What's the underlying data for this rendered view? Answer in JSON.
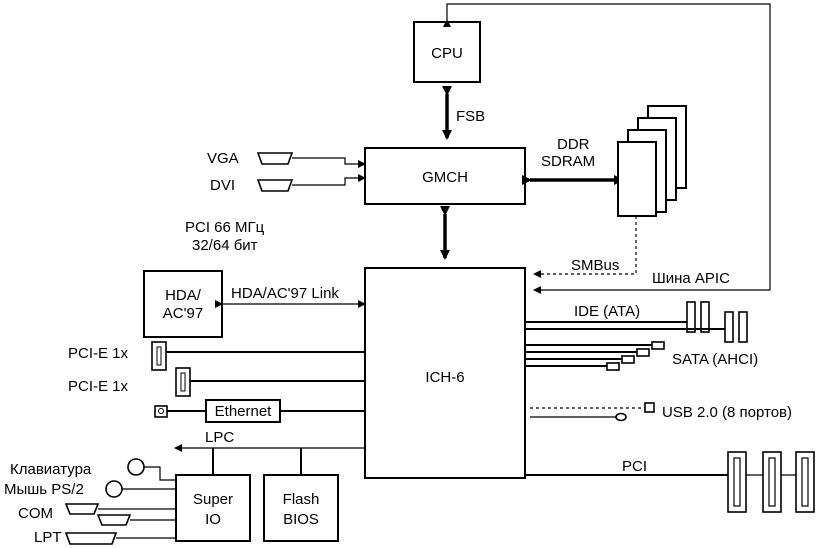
{
  "blocks": {
    "cpu": "CPU",
    "gmch": "GMCH",
    "ich": "ICH-6",
    "hda_line1": "HDA/",
    "hda_line2": "AC'97",
    "superio_line1": "Super",
    "superio_line2": "IO",
    "flash_line1": "Flash",
    "flash_line2": "BIOS",
    "ethernet": "Ethernet"
  },
  "labels": {
    "fsb": "FSB",
    "ddr_line1": "DDR",
    "ddr_line2": "SDRAM",
    "vga": "VGA",
    "dvi": "DVI",
    "pci66_line1": "PCI 66 МГц",
    "pci66_line2": "32/64 бит",
    "hda_link": "HDA/AC'97 Link",
    "smbus": "SMBus",
    "apic": "Шина APIC",
    "ide": "IDE (ATA)",
    "sata": "SATA (AHCI)",
    "pcie1": "PCI-E 1x",
    "pcie2": "PCI-E 1x",
    "usb": "USB 2.0 (8 портов)",
    "lpc": "LPC",
    "pci": "PCI",
    "keyboard": "Клавиатура",
    "mouse": "Мышь PS/2",
    "com": "COM",
    "lpt": "LPT"
  }
}
